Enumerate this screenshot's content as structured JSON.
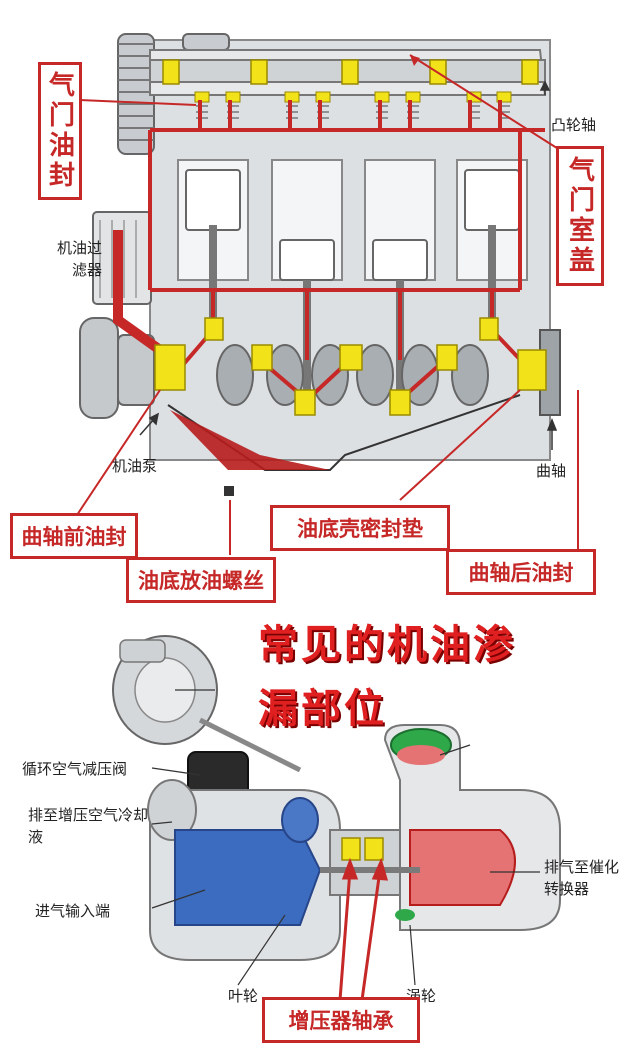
{
  "engine": {
    "valve_seal": "气门油封",
    "camshaft": "凸轮轴",
    "valve_cover": "气门室盖",
    "oil_filter": "机油过滤器",
    "oil_pump": "机油泵",
    "crankshaft": "曲轴",
    "front_seal": "曲轴前油封",
    "drain_plug": "油底放油螺丝",
    "pan_gasket": "油底壳密封垫",
    "rear_seal": "曲轴后油封"
  },
  "headline": {
    "line1": "常见的机油渗",
    "line2": "漏部位"
  },
  "turbo": {
    "bypass_valve": "循环空气减压阀",
    "to_intercooler": "排至增压空气冷却液",
    "intake": "进气输入端",
    "exhaust_out": "排气至催化转换器",
    "impeller": "叶轮",
    "turbine": "涡轮",
    "bearing": "增压器轴承"
  },
  "colors": {
    "accent": "#c62828",
    "headline": "#e02020",
    "highlight": "#f2e21a"
  }
}
